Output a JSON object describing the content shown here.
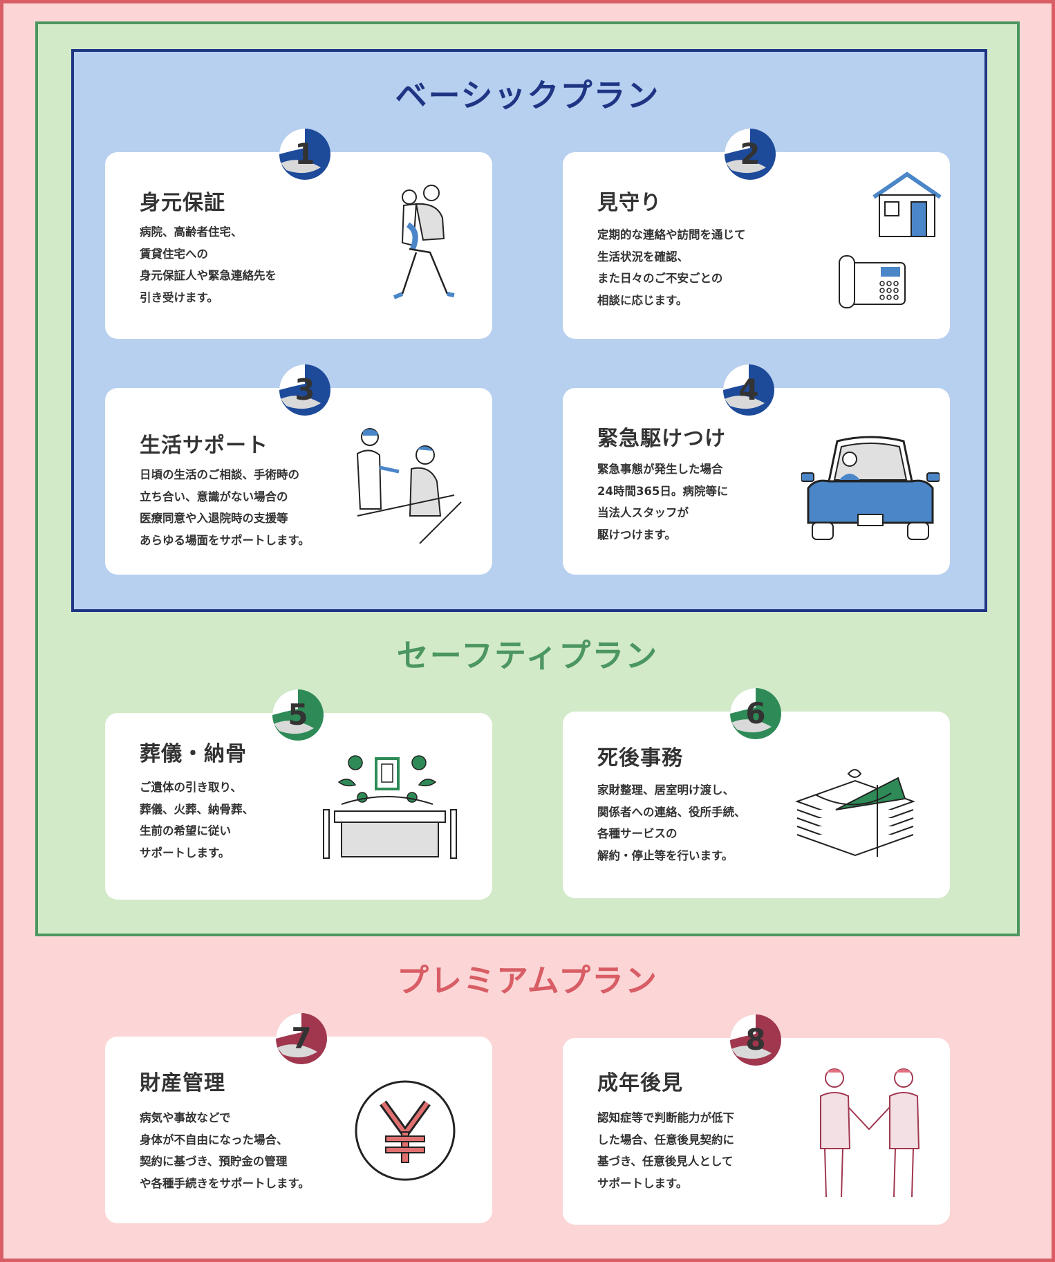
{
  "plans": {
    "basic": {
      "title": "ベーシックプラン",
      "color": "#1f3584",
      "badge_color": "#1e4a9a"
    },
    "safety": {
      "title": "セーフティプラン",
      "color": "#4c9660",
      "badge_color": "#2e8b57"
    },
    "premium": {
      "title": "プレミアムプラン",
      "color": "#d85d65",
      "badge_color": "#a0374f"
    }
  },
  "services": [
    {
      "number": "1",
      "title": "身元保証",
      "lines": [
        "病院、高齢者住宅、",
        "賃貸住宅への",
        "身元保証人や緊急連絡先を",
        "引き受けます。"
      ],
      "icon": "person-carrying-elder-icon"
    },
    {
      "number": "2",
      "title": "見守り",
      "lines": [
        "定期的な連絡や訪問を通じて",
        "生活状況を確認、",
        "また日々のご不安ごとの",
        "相談に応じます。"
      ],
      "icon": "house-and-phone-icon"
    },
    {
      "number": "3",
      "title": "生活サポート",
      "lines": [
        "日頃の生活のご相談、手術時の",
        "立ち合い、意識がない場合の",
        "医療同意や入退院時の支援等",
        "あらゆる場面をサポートします。"
      ],
      "icon": "nurse-and-patient-icon"
    },
    {
      "number": "4",
      "title": "緊急駆けつけ",
      "lines": [
        "緊急事態が発生した場合",
        "24時間365日。病院等に",
        "当法人スタッフが",
        "駆けつけます。"
      ],
      "icon": "car-icon"
    },
    {
      "number": "5",
      "title": "葬儀・納骨",
      "lines": [
        "ご遺体の引き取り、",
        "葬儀、火葬、納骨葬、",
        "生前の希望に従い",
        "サポートします。"
      ],
      "icon": "funeral-altar-icon"
    },
    {
      "number": "6",
      "title": "死後事務",
      "lines": [
        "家財整理、居室明け渡し、",
        "関係者への連絡、役所手続、",
        "各種サービスの",
        "解約・停止等を行います。"
      ],
      "icon": "document-bundle-icon"
    },
    {
      "number": "7",
      "title": "財産管理",
      "lines": [
        "病気や事故などで",
        "身体が不自由になった場合、",
        "契約に基づき、預貯金の管理",
        "や各種手続きをサポートします。"
      ],
      "icon": "yen-icon"
    },
    {
      "number": "8",
      "title": "成年後見",
      "lines": [
        "認知症等で判断能力が低下",
        "した場合、任意後見契約に",
        "基づき、任意後見人として",
        "サポートします。"
      ],
      "icon": "handshake-icon"
    }
  ]
}
